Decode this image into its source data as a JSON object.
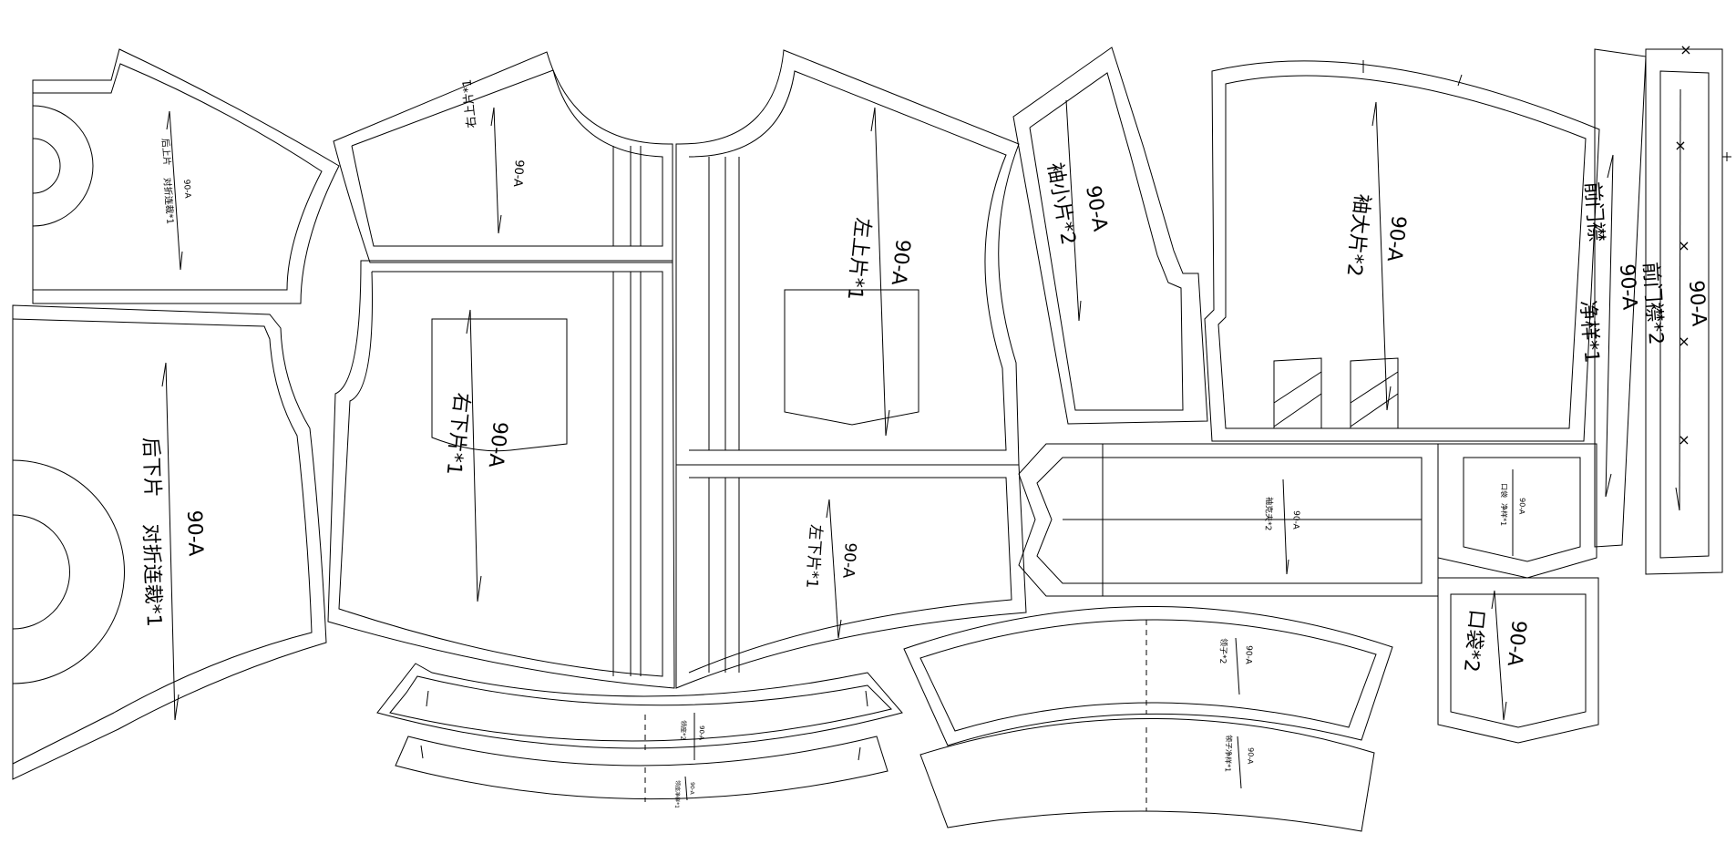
{
  "pieces": {
    "back_upper": {
      "name": "后上片",
      "note": "对折连裁*1",
      "size": "90-A"
    },
    "back_lower": {
      "name": "后下片",
      "note": "对折连裁*1",
      "size": "90-A"
    },
    "right_upper": {
      "name": "右上片*1",
      "size": "90-A"
    },
    "right_lower": {
      "name": "右下片*1",
      "size": "90-A"
    },
    "left_upper": {
      "name": "左上片*1",
      "size": "90-A"
    },
    "left_lower": {
      "name": "左下片*1",
      "size": "90-A"
    },
    "sleeve_small": {
      "name": "袖小片*2",
      "size": "90-A"
    },
    "sleeve_large": {
      "name": "袖大片*2",
      "size": "90-A"
    },
    "placket_pattern": {
      "name": "前门襟",
      "note": "净样*1",
      "size": "90-A"
    },
    "placket": {
      "name": "前门襟*2",
      "size": "90-A"
    },
    "cuff": {
      "name": "袖克夫*2",
      "size": "90-A"
    },
    "pocket_flap": {
      "name": "口袋",
      "note": "净样*1",
      "size": "90-A"
    },
    "pocket": {
      "name": "口袋*2",
      "size": "90-A"
    },
    "collar": {
      "name": "领子*2",
      "size": "90-A"
    },
    "collar_pattern": {
      "name": "领子净样*1",
      "size": "90-A"
    },
    "collar_band": {
      "name": "领座*2",
      "size": "90-A"
    },
    "collar_band_pattern": {
      "name": "领座净样*1",
      "size": "90-A"
    }
  },
  "colors": {
    "line": "#000000",
    "background": "#ffffff"
  }
}
